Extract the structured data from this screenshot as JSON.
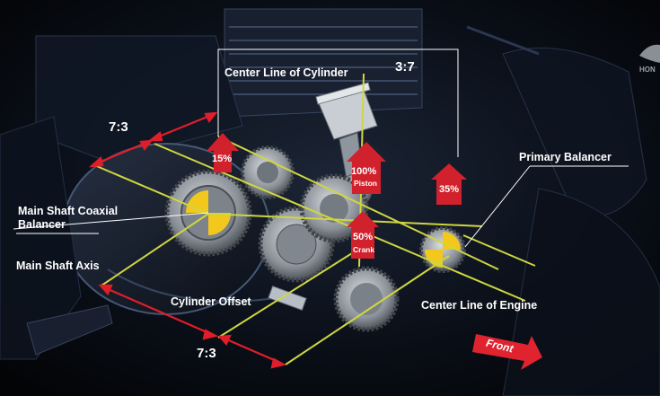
{
  "labels": {
    "center_line_cylinder": "Center Line of Cylinder",
    "ratio_top_right": "3:7",
    "ratio_top_left": "7:3",
    "ratio_bottom": "7:3",
    "primary_balancer": "Primary Balancer",
    "main_shaft_coaxial_balancer": "Main Shaft Coaxial Balancer",
    "main_shaft_axis": "Main Shaft Axis",
    "cylinder_offset": "Cylinder Offset",
    "center_line_engine": "Center Line of Engine",
    "front": "Front",
    "brand_partial": "HON"
  },
  "arrows": {
    "pct_15": "15%",
    "pct_100": "100%",
    "piston": "Piston",
    "pct_50": "50%",
    "crank": "Crank",
    "pct_35": "35%"
  },
  "colors": {
    "label_text": "#ffffff",
    "guide_line": "#cfd640",
    "ratio_arrow": "#e01e2a",
    "badge_arrow": "#d0212c",
    "balancer_yellow": "#f2c81c",
    "gear_metal": "#9aa1a8",
    "background": "#05070c"
  },
  "icons": {
    "front_arrow": "arrow-right-icon",
    "percent_arrows": "arrow-up-icon",
    "brand": "wing-logo-icon"
  }
}
